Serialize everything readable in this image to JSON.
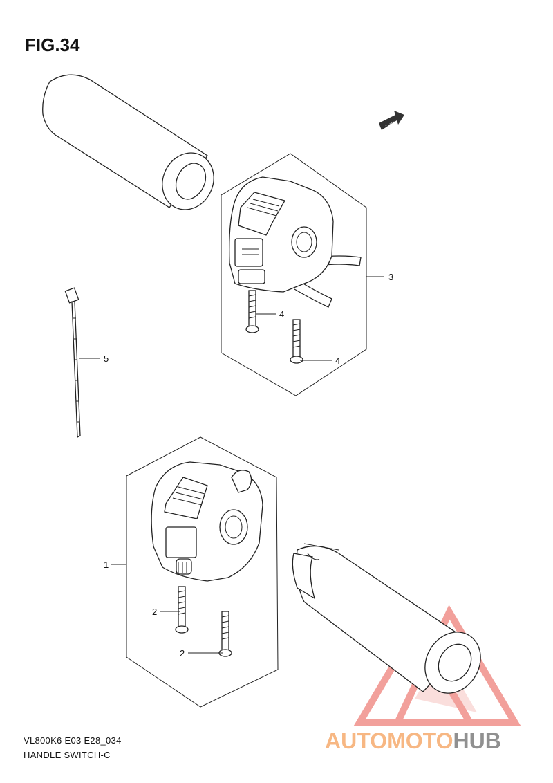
{
  "figure_label": "FIG.34",
  "fwd_label": "FWD",
  "model_code": "VL800K6 E03 E28_034",
  "section_title": "HANDLE SWITCH-C",
  "callouts": [
    "1",
    "2",
    "2",
    "3",
    "4",
    "4",
    "5"
  ],
  "watermark": {
    "part1": "AUTOMOTO",
    "part2": "HUB",
    "color1": "#f5a05a",
    "color2": "#6b6b6b",
    "logo_color": "#e8534a"
  }
}
